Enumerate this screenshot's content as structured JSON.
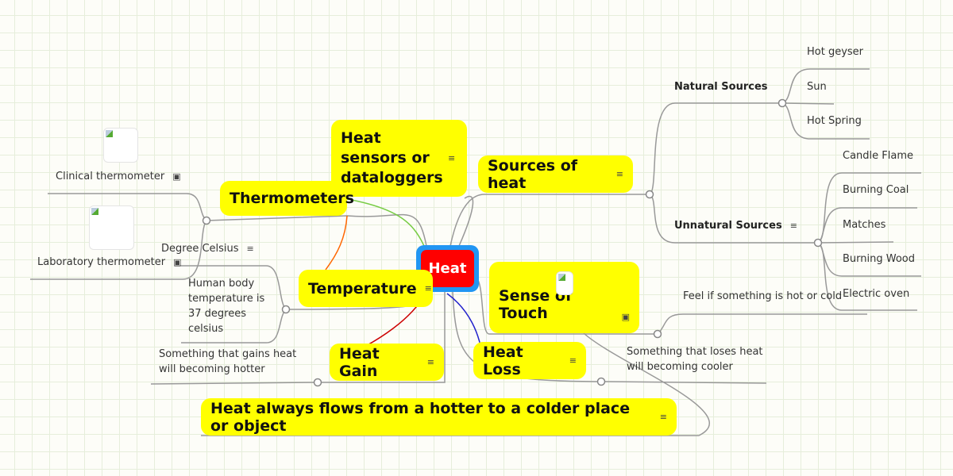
{
  "central": "Heat",
  "nodes": {
    "sensors": "Heat sensors or dataloggers",
    "thermometers": "Thermometers",
    "sources": "Sources of heat",
    "touch": "Sense of Touch",
    "temperature": "Temperature",
    "gain": "Heat Gain",
    "loss": "Heat Loss",
    "flows": "Heat always flows from a hotter to a colder place or object"
  },
  "leaves": {
    "natural": "Natural Sources",
    "unnatural": "Unnatural Sources",
    "natural_items": [
      "Hot geyser",
      "Sun",
      "Hot Spring"
    ],
    "unnatural_items": [
      "Candle Flame",
      "Burning Coal",
      "Matches",
      "Burning Wood",
      "Electric oven"
    ],
    "clinical": "Clinical thermometer",
    "laboratory": "Laboratory thermometer",
    "degree": "Degree Celsius",
    "body_temp": [
      "Human body",
      "temperature is",
      "37 degrees",
      "celsius"
    ],
    "gain_desc": [
      "Something that gains heat",
      "will becoming hotter"
    ],
    "touch_desc": "Feel if something is hot or cold",
    "loss_desc": [
      "Something that loses heat",
      "will becoming cooler"
    ]
  },
  "icons": {
    "note": "≡",
    "image": "▣"
  },
  "colors": {
    "node": "#ffff00",
    "central": "#ff0000",
    "central_border": "#2196f3"
  }
}
